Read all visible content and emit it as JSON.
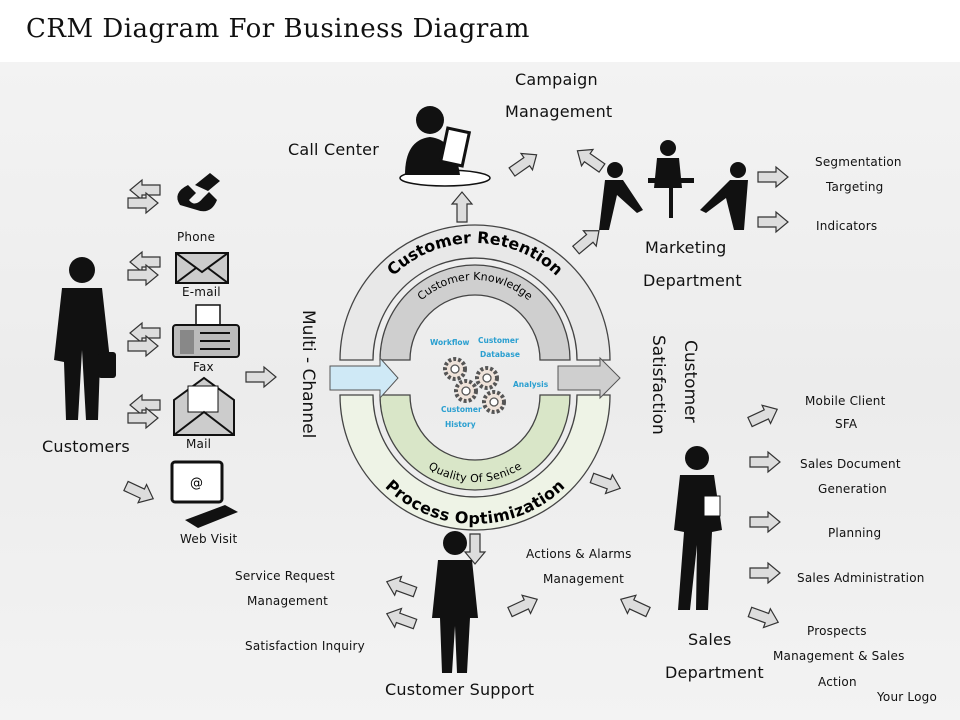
{
  "title": "CRM Diagram For Business Diagram",
  "center": {
    "outer_top": "Customer Retention",
    "inner_top": "Customer Knowledge",
    "inner_bottom": "Quality Of Senice",
    "outer_bottom": "Process Optimization",
    "core": {
      "workflow": "Workflow",
      "database_1": "Customer",
      "database_2": "Database",
      "analysis": "Analysis",
      "history_1": "Customer",
      "history_2": "History"
    },
    "left_label": "Multi - Channel",
    "right_label_1": "Customer",
    "right_label_2": "Satisfaction"
  },
  "channels": {
    "phone": "Phone",
    "email": "E-mail",
    "fax": "Fax",
    "mail": "Mail",
    "web": "Web Visit",
    "customers": "Customers"
  },
  "call_center": "Call Center",
  "campaign": {
    "line1": "Campaign",
    "line2": "Management"
  },
  "marketing": {
    "line1": "Marketing",
    "line2": "Department",
    "seg1": "Segmentation",
    "seg2": "Targeting",
    "indicators": "Indicators"
  },
  "sales": {
    "line1": "Sales",
    "line2": "Department",
    "items": [
      "Mobile Client",
      "SFA",
      "Sales Document",
      "Generation",
      "Planning",
      "Sales Administration",
      "Prospects",
      "Management & Sales",
      "Action"
    ]
  },
  "support": {
    "label": "Customer Support",
    "service1": "Service Request",
    "service2": "Management",
    "inquiry": "Satisfaction Inquiry",
    "actions1": "Actions & Alarms",
    "actions2": "Management"
  },
  "logo": "Your Logo",
  "colors": {
    "ring_top": "#e6e6e6",
    "ring_inner_top": "#cfcfcf",
    "ring_bottom": "#eef3e6",
    "ring_inner_bottom": "#d9e6c8",
    "arrow_in": "#cfe9f6",
    "core_text": "#2a9fd0"
  }
}
